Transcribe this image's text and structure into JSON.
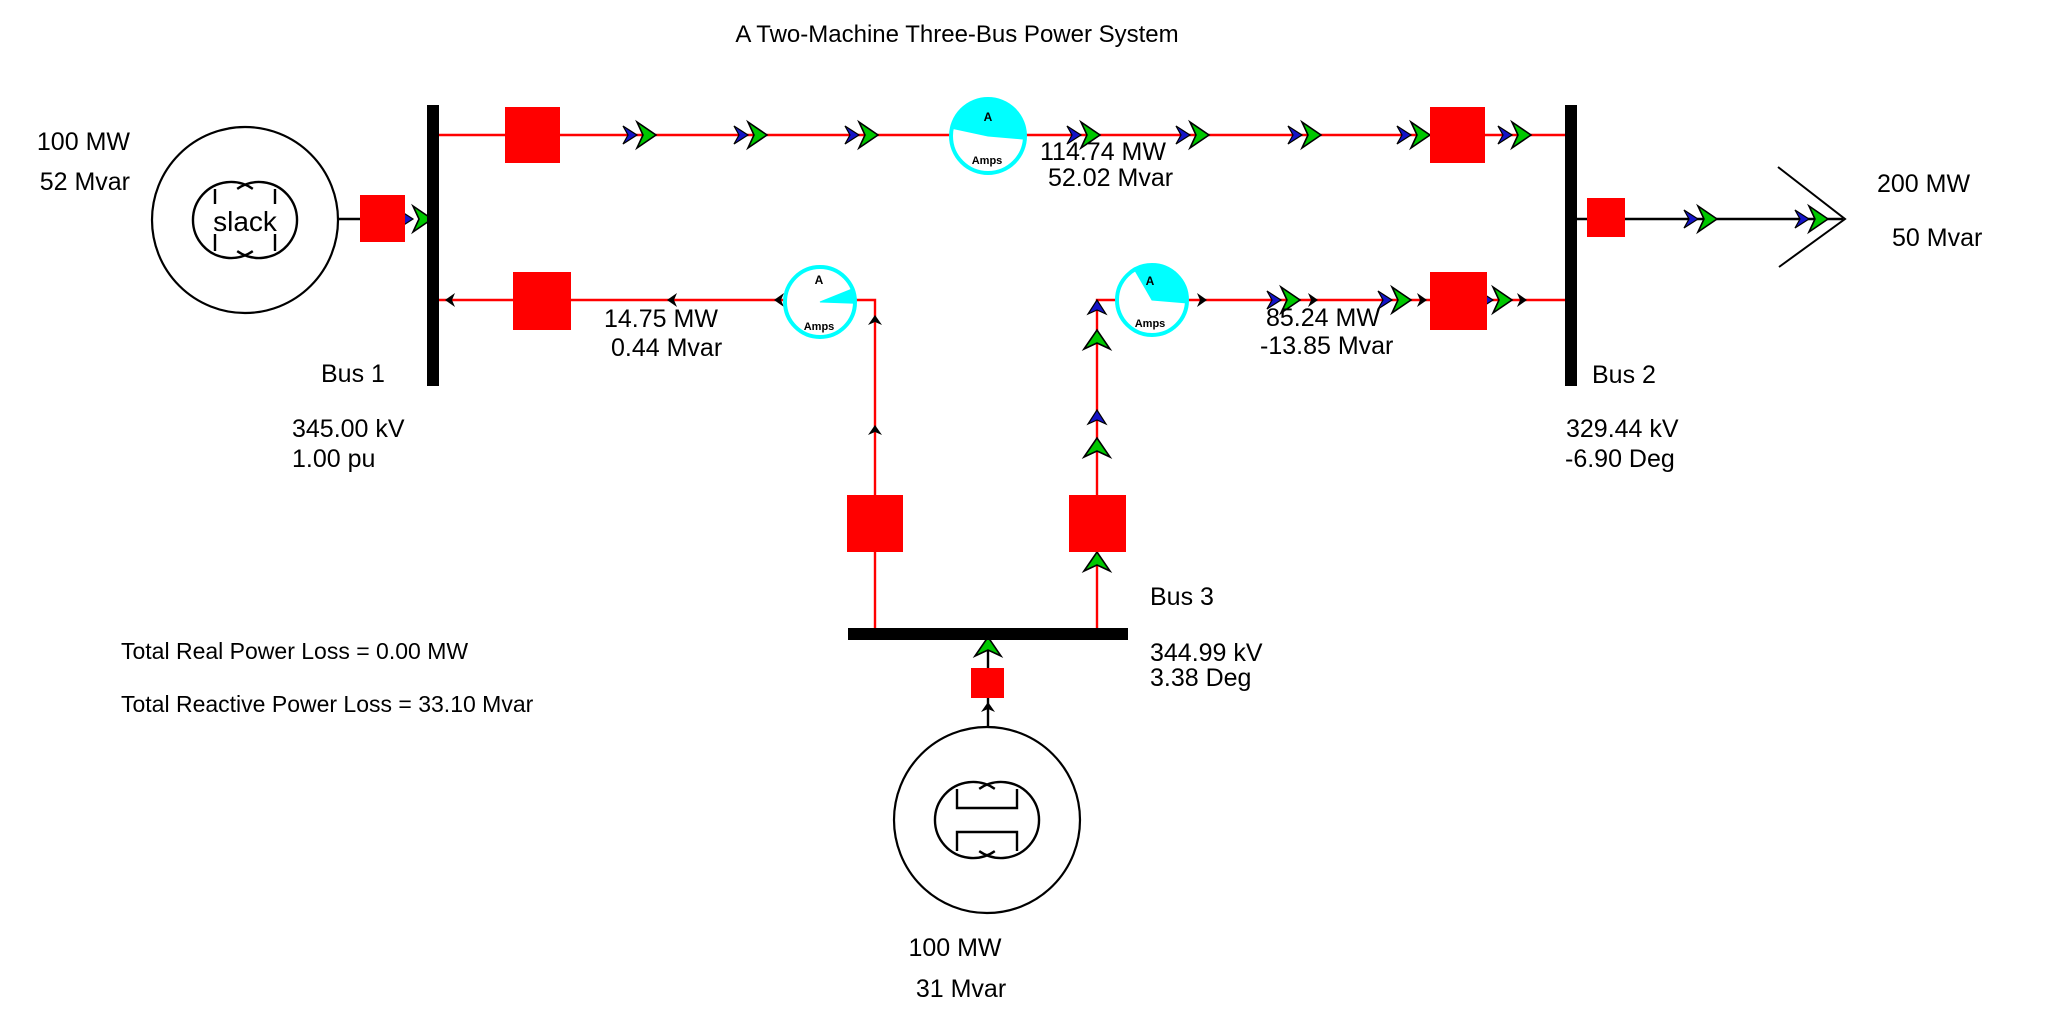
{
  "title": "A Two-Machine Three-Bus Power System",
  "colors": {
    "energized_line": "#ff0000",
    "closed_breaker": "#ff0000",
    "flow_arrow_green": "#00c800",
    "flow_arrow_blue": "#1414c8",
    "meter_cyan": "#00ffff"
  },
  "buses": [
    {
      "name": "Bus 1",
      "kv": "345.00 kV",
      "detail": "1.00 pu"
    },
    {
      "name": "Bus 2",
      "kv": "329.44 kV",
      "detail": "-6.90 Deg"
    },
    {
      "name": "Bus 3",
      "kv": "344.99 kV",
      "detail": "3.38 Deg"
    }
  ],
  "generators": [
    {
      "label": "slack",
      "mw": "100 MW",
      "mvar": "52 Mvar"
    },
    {
      "mw": "100 MW",
      "mvar": "31 Mvar"
    }
  ],
  "load": {
    "mw": "200 MW",
    "mvar": "50 Mvar"
  },
  "lines": [
    {
      "mw": "114.74 MW",
      "mvar": "52.02 Mvar"
    },
    {
      "mw": "14.75 MW",
      "mvar": "0.44 Mvar"
    },
    {
      "mw": "85.24 MW",
      "mvar": "-13.85 Mvar"
    }
  ],
  "meters": [
    {
      "unit_short": "A",
      "unit": "Amps"
    },
    {
      "unit_short": "A",
      "unit": "Amps"
    },
    {
      "unit_short": "A",
      "unit": "Amps"
    }
  ],
  "totals": {
    "real": "Total Real Power Loss = 0.00 MW",
    "reactive": "Total Reactive Power Loss = 33.10 Mvar"
  }
}
